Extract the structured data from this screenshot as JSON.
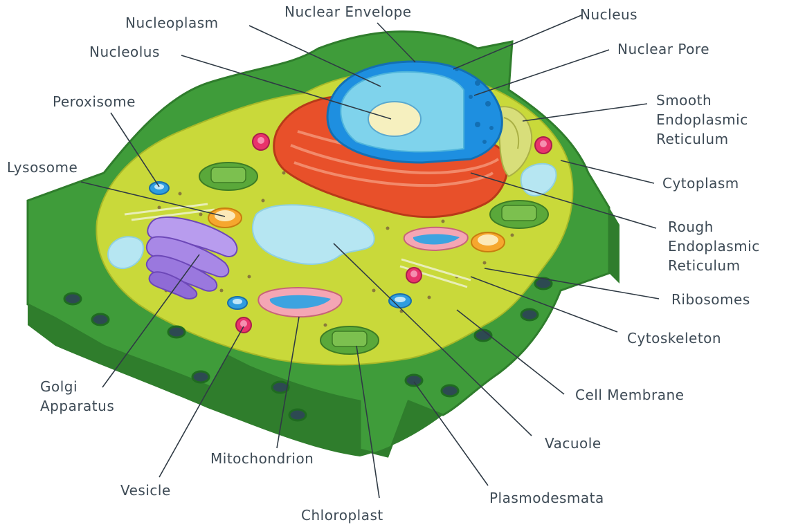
{
  "labels": {
    "nuclear_envelope": "Nuclear Envelope",
    "nucleoplasm": "Nucleoplasm",
    "nucleus": "Nucleus",
    "nucleolus": "Nucleolus",
    "nuclear_pore": "Nuclear Pore",
    "peroxisome": "Peroxisome",
    "smooth_er": [
      "Smooth",
      "Endoplasmic",
      "Reticulum"
    ],
    "lysosome": "Lysosome",
    "cytoplasm": "Cytoplasm",
    "rough_er": [
      "Rough",
      "Endoplasmic",
      "Reticulum"
    ],
    "ribosomes": "Ribosomes",
    "cytoskeleton": "Cytoskeleton",
    "golgi": [
      "Golgi",
      "Apparatus"
    ],
    "cell_membrane": "Cell Membrane",
    "vacuole": "Vacuole",
    "mitochondrion": "Mitochondrion",
    "vesicle": "Vesicle",
    "plasmodesmata": "Plasmodesmata",
    "chloroplast": "Chloroplast"
  },
  "colors": {
    "cell_wall": "#3f9c3a",
    "cell_wall_dark": "#2f7d2c",
    "cytoplasm": "#c9d93a",
    "nucleus_outer": "#1e8fe0",
    "nucleoplasm": "#7fd3ec",
    "nucleolus": "#f6f0bf",
    "rough_er": "#e8502a",
    "golgi": "#8f6bd6",
    "vacuole": "#b6e6f2",
    "chloroplast": "#5aa83a",
    "text": "#3d4a55"
  }
}
